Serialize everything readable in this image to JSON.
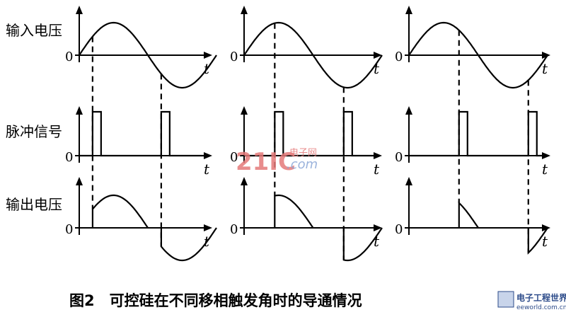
{
  "row_labels": {
    "input_voltage": "输入电压",
    "pulse_signal": "脉冲信号",
    "output_voltage": "输出电压"
  },
  "zero_label": "0",
  "time_label": "t",
  "caption": "图2　可控硅在不同移相触发角时的导通情况",
  "watermark": {
    "main": "21IC",
    "sub": "电子网",
    "dom": ".com"
  },
  "logo": {
    "name": "电子工程世界",
    "url": "eeworld.com.cn"
  },
  "panels": [
    {
      "firing_angle_deg": 35
    },
    {
      "firing_angle_deg": 80
    },
    {
      "firing_angle_deg": 130
    }
  ]
}
